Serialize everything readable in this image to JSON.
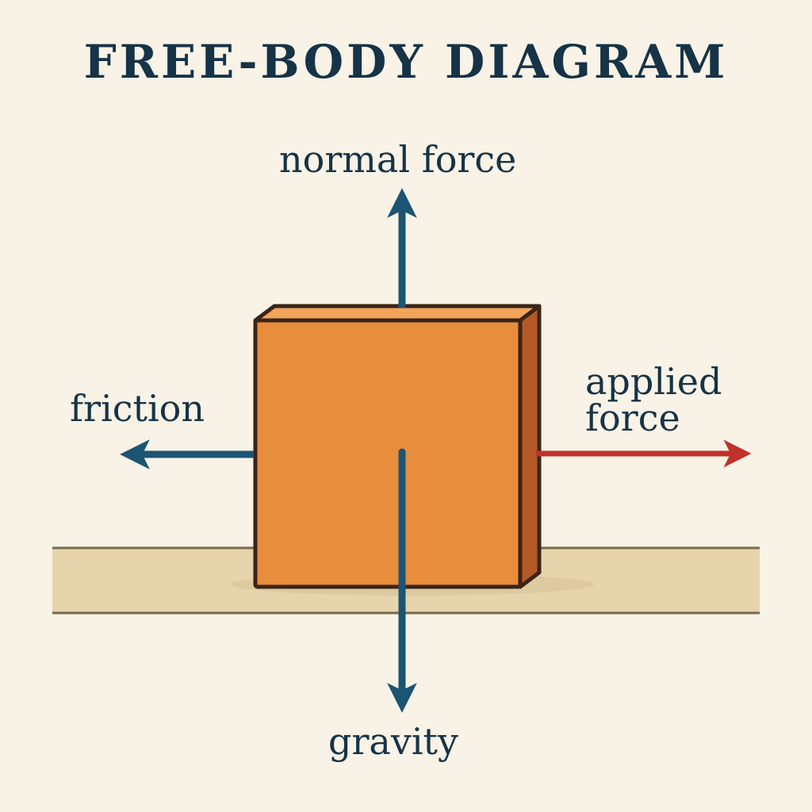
{
  "title": "FREE-BODY DIAGRAM",
  "forces": {
    "normal": {
      "label": "normal force",
      "color": "#1b5573"
    },
    "friction": {
      "label": "friction",
      "color": "#1b5573"
    },
    "applied": {
      "label_line1": "applied",
      "label_line2": "force",
      "color": "#c0312a"
    },
    "gravity": {
      "label": "gravity",
      "color": "#1b5573"
    }
  },
  "colors": {
    "background": "#f8f3e6",
    "text": "#163347",
    "block_front": "#e88d3c",
    "block_top": "#f2a45a",
    "block_side": "#b55a27",
    "outline": "#3a2418",
    "ground": "#e6d4ad",
    "ground_line": "#7a6a48"
  }
}
